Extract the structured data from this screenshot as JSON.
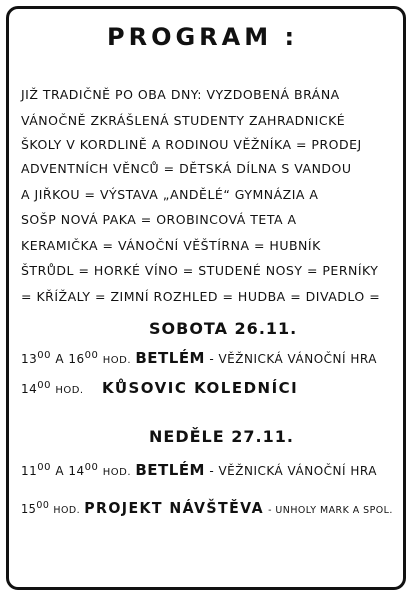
{
  "title": "PROGRAM :",
  "program_lines": [
    "JIŽ TRADIČNĚ PO OBA DNY: VYZDOBENÁ BRÁNA",
    "VÁNOČNĚ ZKRÁŠLENÁ STUDENTY ZAHRADNICKÉ",
    "ŠKOLY V KORDLINĚ A RODINOU VĚŽNÍKA = PRODEJ",
    "ADVENTNÍCH VĚNCŮ = DĚTSKÁ DÍLNA S VANDOU",
    "A JIŘKOU = VÝSTAVA „ANDĚLÉ“ GYMNÁZIA A",
    "SOŠP NOVÁ PAKA = OROBINCOVÁ TETA A",
    "KERAMIČKA = VÁNOČNÍ VĚŠTÍRNA = HUBNÍK",
    "ŠTRŮDL = HORKÉ VÍNO = STUDENÉ NOSY = PERNÍKY",
    "= KŘÍŽALY = ZIMNÍ ROZHLED = HUDBA = DIVADLO ="
  ],
  "saturday": {
    "heading": "SOBOTA 26.11.",
    "events": [
      {
        "time1": "13",
        "time1_sup": "00",
        "a": "A",
        "time2": "16",
        "time2_sup": "00",
        "hod": "HOD.",
        "name": "BETLÉM",
        "desc": "- VĚŽNICKÁ VÁNOČNÍ HRA"
      },
      {
        "time1": "14",
        "time1_sup": "00",
        "hod": "HOD.",
        "name": "KŮSOVIC KOLEDNÍCI"
      }
    ]
  },
  "sunday": {
    "heading": "NEDĚLE 27.11.",
    "events": [
      {
        "time1": "11",
        "time1_sup": "00",
        "a": "A",
        "time2": "14",
        "time2_sup": "00",
        "hod": "HOD.",
        "name": "BETLÉM",
        "desc": "- VĚŽNICKÁ VÁNOČNÍ HRA"
      },
      {
        "time1": "15",
        "time1_sup": "00",
        "hod": "HOD.",
        "name": "PROJEKT NÁVŠTĚVA",
        "desc": "- UNHOLY MARK A SPOL."
      }
    ]
  }
}
